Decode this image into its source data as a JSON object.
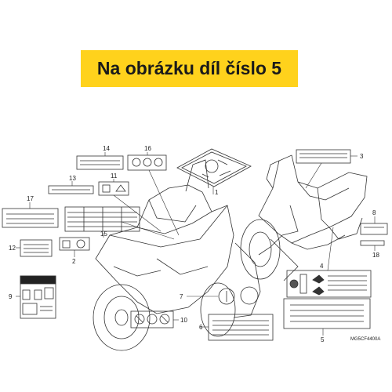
{
  "banner": {
    "text": "Na obrázku díl číslo 5",
    "color": "#ffd21c"
  },
  "callouts": {
    "n1": "1",
    "n2": "2",
    "n3": "3",
    "n4": "4",
    "n5": "5",
    "n6": "6",
    "n7": "7",
    "n8": "8",
    "n9": "9",
    "n10": "10",
    "n11": "11",
    "n12": "12",
    "n13": "13",
    "n14": "14",
    "n15": "15",
    "n16": "16",
    "n17": "17",
    "n18": "18"
  },
  "drawing_code": "MG5CF4400A",
  "icons": {
    "label-16": [
      "manual-icon",
      "helmet-icon",
      "no-passenger-icon"
    ],
    "label-11": [
      "book-icon",
      "warning-person-icon"
    ],
    "label-2": [
      "book-icon",
      "tire-icon"
    ],
    "label-10": [
      "no-child-icon",
      "manual-icon",
      "no-passenger-icon"
    ],
    "label-4": [
      "motorcycle-icon",
      "rider-icon"
    ]
  }
}
